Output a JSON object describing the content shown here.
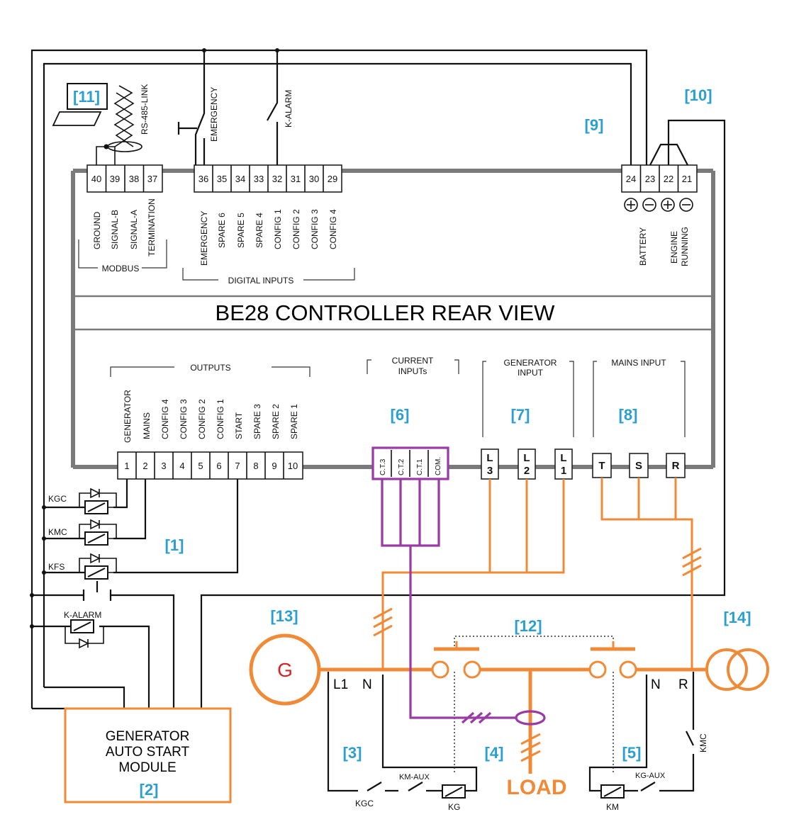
{
  "controller": {
    "title": "BE28 CONTROLLER REAR VIEW",
    "top_left_terminals": [
      "40",
      "39",
      "38",
      "37"
    ],
    "modbus_labels": [
      "GROUND",
      "SIGNAL-B",
      "SIGNAL-A",
      "TERMINATION"
    ],
    "modbus_group": "MODBUS",
    "digital_terminals": [
      "36",
      "35",
      "34",
      "33",
      "32",
      "31",
      "30",
      "29"
    ],
    "digital_labels": [
      "EMERGENCY",
      "SPARE 6",
      "SPARE 5",
      "SPARE 4",
      "CONFIG 1",
      "CONFIG 2",
      "CONFIG 3",
      "CONFIG 4"
    ],
    "digital_group": "DIGITAL INPUTS",
    "power_terminals": [
      "24",
      "23",
      "22",
      "21"
    ],
    "battery_label": "BATTERY",
    "engine_label_1": "ENGINE",
    "engine_label_2": "RUNNING",
    "output_terminals": [
      "1",
      "2",
      "3",
      "4",
      "5",
      "6",
      "7",
      "8",
      "9",
      "10"
    ],
    "output_labels": [
      "GENERATOR",
      "MAINS",
      "CONFIG 4",
      "CONFIG 3",
      "CONFIG 2",
      "CONFIG 1",
      "START",
      "SPARE 3",
      "SPARE 2",
      "SPARE 1"
    ],
    "outputs_group": "OUTPUTS",
    "current_group_1": "CURRENT",
    "current_group_2": "INPUTs",
    "current_terminals": [
      "C.T.3",
      "C.T.2",
      "C.T.1",
      "COM."
    ],
    "gen_input_1": "GENERATOR",
    "gen_input_2": "INPUT",
    "gen_terminals": [
      [
        "L",
        "3"
      ],
      [
        "L",
        "2"
      ],
      [
        "L",
        "1"
      ]
    ],
    "mains_group": "MAINS INPUT",
    "mains_terminals": [
      "T",
      "S",
      "R"
    ]
  },
  "refs": [
    "[1]",
    "[2]",
    "[3]",
    "[4]",
    "[5]",
    "[6]",
    "[7]",
    "[8]",
    "[9]",
    "[10]",
    "[11]",
    "[12]",
    "[13]",
    "[14]"
  ],
  "wiring": {
    "rs485": "RS-485-LINK",
    "emergency": "EMERGENCY",
    "k_alarm_switch": "K-ALARM",
    "kgc": "KGC",
    "kmc": "KMC",
    "kfs": "KFS",
    "k_alarm_relay": "K-ALARM",
    "auto_start_1": "GENERATOR",
    "auto_start_2": "AUTO START",
    "auto_start_3": "MODULE",
    "generator_symbol": "G",
    "l1": "L1",
    "n_gen": "N",
    "n_mains": "N",
    "r_mains": "R",
    "km_aux": "KM-AUX",
    "kg_aux": "KG-AUX",
    "kgc_contact": "KGC",
    "kg_coil": "KG",
    "km_coil": "KM",
    "kmc_contact": "KMC",
    "load": "LOAD"
  },
  "colors": {
    "power": "#f08a36",
    "ct": "#9b3aa6",
    "reference": "#2a9fd0",
    "frame": "#7a7a7a"
  }
}
